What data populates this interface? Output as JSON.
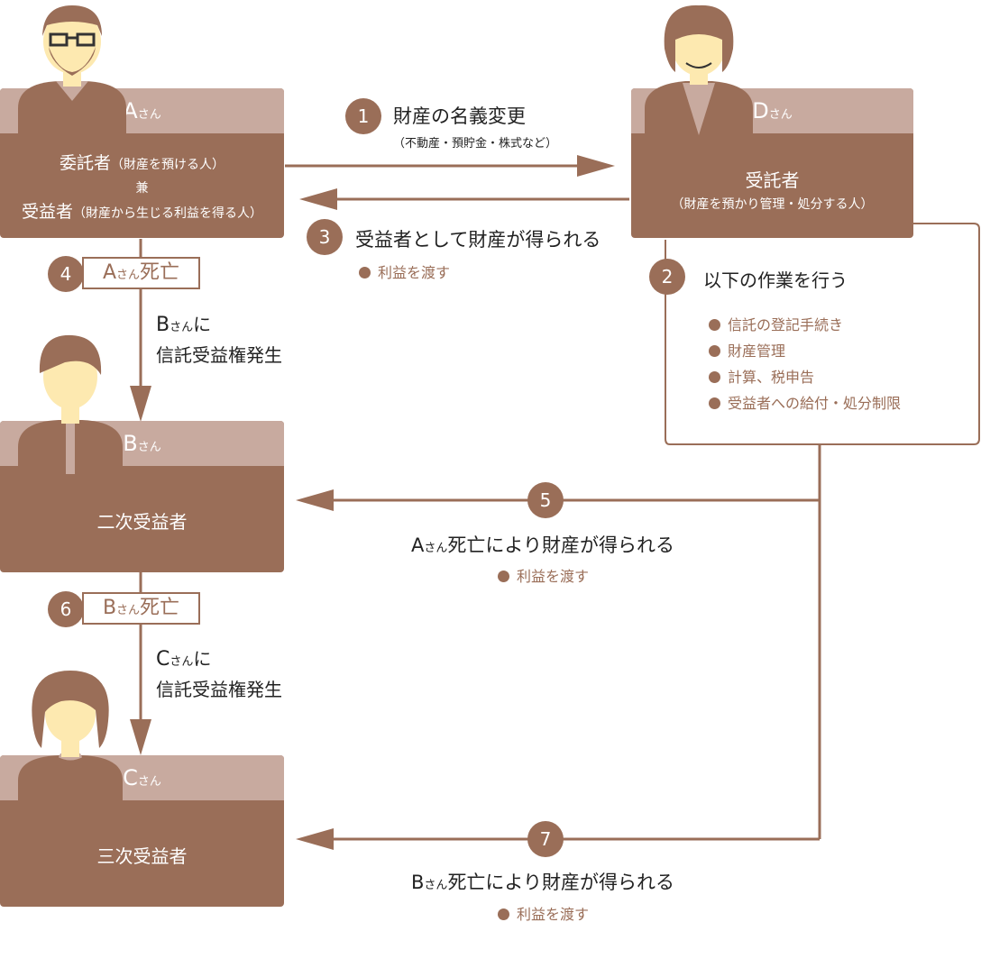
{
  "people": {
    "a": {
      "letter": "A",
      "suffix": "さん",
      "role1": "委託者",
      "role1_note": "（財産を預ける人）",
      "joiner": "兼",
      "role2": "受益者",
      "role2_note": "（財産から生じる利益を得る人）"
    },
    "d": {
      "letter": "D",
      "suffix": "さん",
      "role": "受託者",
      "role_note": "（財産を預かり管理・処分する人）"
    },
    "b": {
      "letter": "B",
      "suffix": "さん",
      "role": "二次受益者"
    },
    "c": {
      "letter": "C",
      "suffix": "さん",
      "role": "三次受益者"
    }
  },
  "steps": {
    "s1": {
      "num": "1",
      "title": "財産の名義変更",
      "note": "（不動産・預貯金・株式など）"
    },
    "s2": {
      "num": "2",
      "title": "以下の作業を行う",
      "items": [
        "信託の登記手続き",
        "財産管理",
        "計算、税申告",
        "受益者への給付・処分制限"
      ]
    },
    "s3": {
      "num": "3",
      "title": "受益者として財産が得られる",
      "bullet": "利益を渡す"
    },
    "s4": {
      "num": "4",
      "tag_letter": "A",
      "tag_suffix": "さん",
      "tag_word": "死亡",
      "letter": "B",
      "suffix": "さん",
      "particle": "に",
      "text": "信託受益権発生"
    },
    "s5": {
      "num": "5",
      "letter": "A",
      "suffix": "さん",
      "text": "死亡により財産が得られる",
      "bullet": "利益を渡す"
    },
    "s6": {
      "num": "6",
      "tag_letter": "B",
      "tag_suffix": "さん",
      "tag_word": "死亡",
      "letter": "C",
      "suffix": "さん",
      "particle": "に",
      "text": "信託受益権発生"
    },
    "s7": {
      "num": "7",
      "letter": "B",
      "suffix": "さん",
      "text": "死亡により財産が得られる",
      "bullet": "利益を渡す"
    }
  },
  "colors": {
    "brown": "#9a6e58",
    "light": "#c8aa9f",
    "skin": "#fde9b0"
  }
}
